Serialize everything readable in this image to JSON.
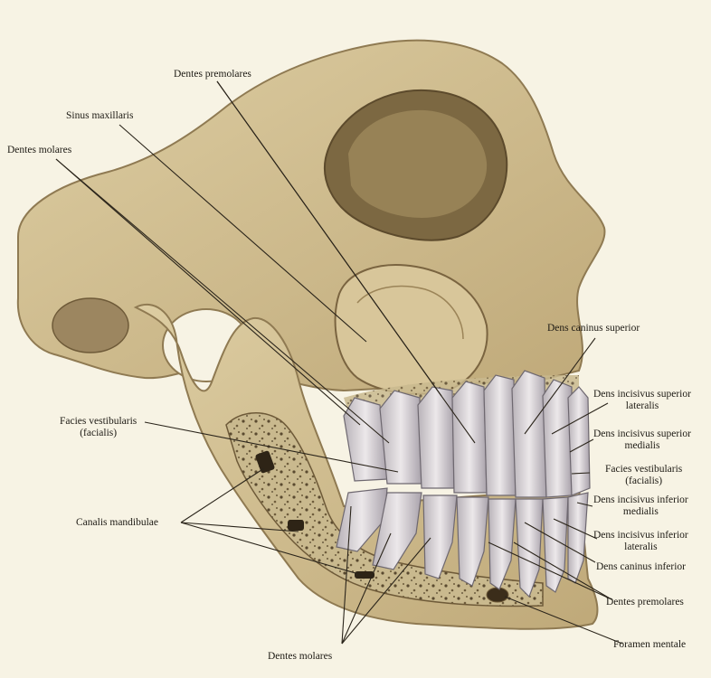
{
  "labels": {
    "dentes_premolares_top": "Dentes premolares",
    "sinus_maxillaris": "Sinus maxillaris",
    "dentes_molares_top": "Dentes molares",
    "dens_caninus_superior": "Dens caninus superior",
    "dens_incisivus_superior_lateralis": [
      "Dens incisivus superior",
      "lateralis"
    ],
    "dens_incisivus_superior_medialis": [
      "Dens incisivus superior",
      "medialis"
    ],
    "facies_vestibularis_right": [
      "Facies vestibularis",
      "(facialis)"
    ],
    "dens_incisivus_inferior_medialis": [
      "Dens incisivus inferior",
      "medialis"
    ],
    "dens_incisivus_inferior_lateralis": [
      "Dens incisivus inferior",
      "lateralis"
    ],
    "dens_caninus_inferior": "Dens caninus inferior",
    "dentes_premolares_bottom": "Dentes premolares",
    "foramen_mentale": "Foramen mentale",
    "dentes_molares_bottom": "Dentes molares",
    "facies_vestibularis_left": [
      "Facies vestibularis",
      "(facialis)"
    ],
    "canalis_mandibulae": "Canalis mandibulae"
  }
}
